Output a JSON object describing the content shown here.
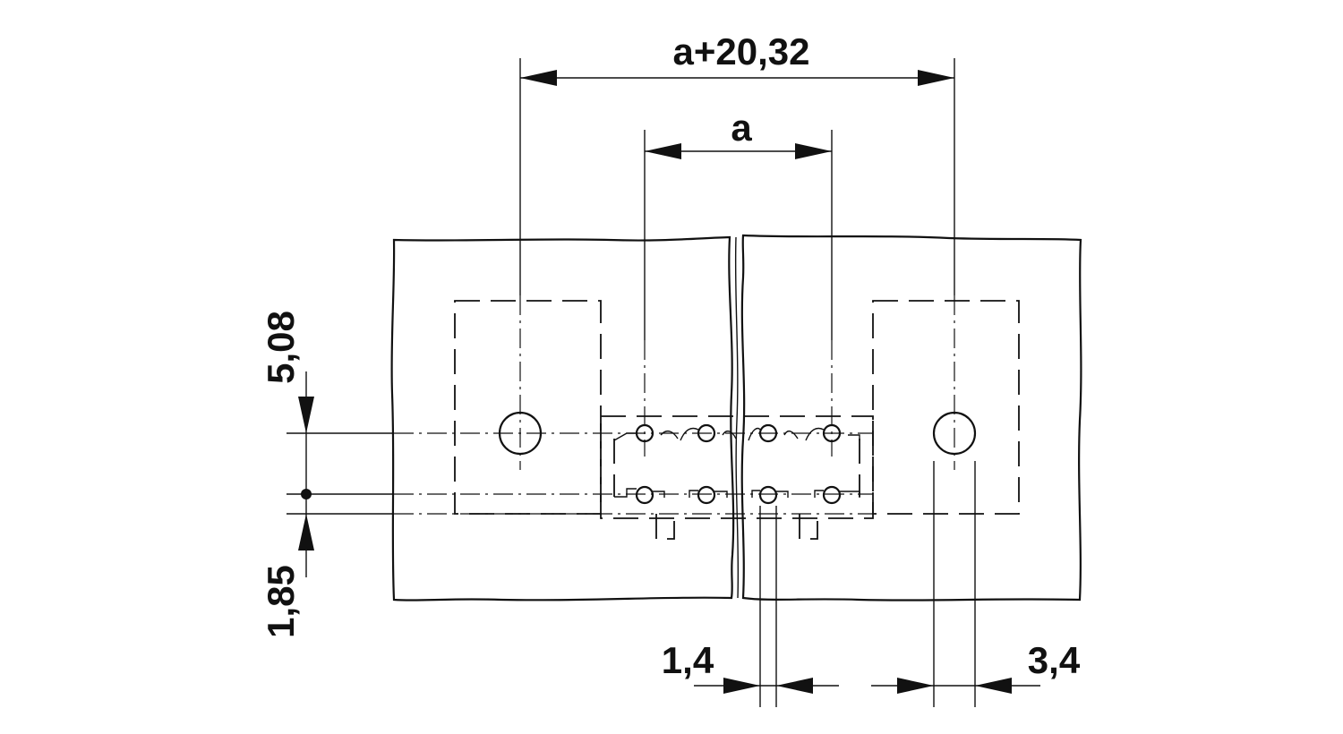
{
  "dimensions": {
    "overall_width": "a+20,32",
    "pitch": "a",
    "row_spacing": "5,08",
    "edge_offset": "1,85",
    "pin_diameter": "1,4",
    "hole_diameter": "3,4"
  }
}
